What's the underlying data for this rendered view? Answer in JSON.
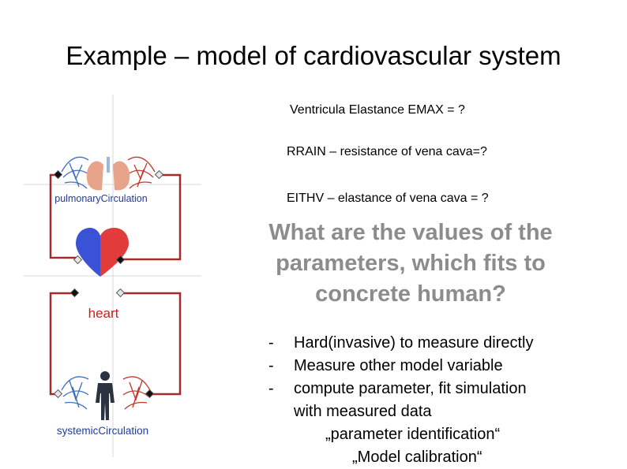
{
  "title": "Example – model of cardiovascular system",
  "parameters": [
    "Ventricula Elastance EMAX = ?",
    "RRAIN – resistance of vena cava=?",
    "EITHV – elastance of vena cava = ?"
  ],
  "stray_dot": ".",
  "question_lines": [
    "What are the values of the",
    "parameters, which fits to",
    "concrete human?"
  ],
  "bullets": [
    "Hard(invasive) to measure directly",
    "Measure other model variable",
    "compute parameter, fit simulation"
  ],
  "bullet_marker": "-",
  "bullet_continuation": "with measured data",
  "notes": [
    "„parameter identification“",
    "„Model calibration“"
  ],
  "diagram": {
    "pulmonary_label": "pulmonaryCirculation",
    "heart_label": "heart",
    "systemic_label": "systemicCirculation",
    "colors": {
      "wire": "#a52a2a",
      "heart_left": "#3a52d6",
      "heart_right": "#e23b3b",
      "label_blue": "#1f3c9c",
      "label_red": "#c8201e",
      "lung": "#e8a48a",
      "vessel_blue": "#3d6fc0",
      "vessel_red": "#c0392b"
    }
  }
}
